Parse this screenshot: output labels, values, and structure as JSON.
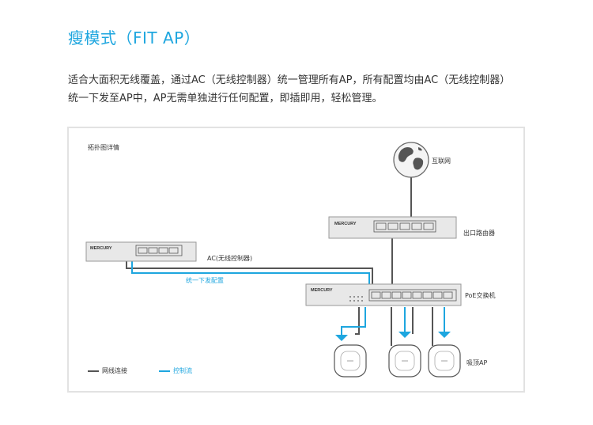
{
  "title": "瘦模式（FIT AP）",
  "description": {
    "line1": "适合大面积无线覆盖，通过AC（无线控制器）统一管理所有AP，所有配置均由AC（无线控制器）",
    "line2": "统一下发至AP中，AP无需单独进行任何配置，即插即用，轻松管理。"
  },
  "diagram": {
    "topology_label": "拓扑图详情",
    "internet_label": "互联网",
    "router_label": "出口路由器",
    "ac_label": "AC(无线控制器)",
    "config_label": "统一下发配置",
    "poe_switch_label": "PoE交换机",
    "ap_label": "吸顶AP",
    "brand": "MERCURY",
    "legend": {
      "network_link": "网线连接",
      "control_flow": "控制流"
    },
    "colors": {
      "network_line": "#555555",
      "control_line": "#1ea6df",
      "device_body": "#e8e8e8"
    }
  }
}
